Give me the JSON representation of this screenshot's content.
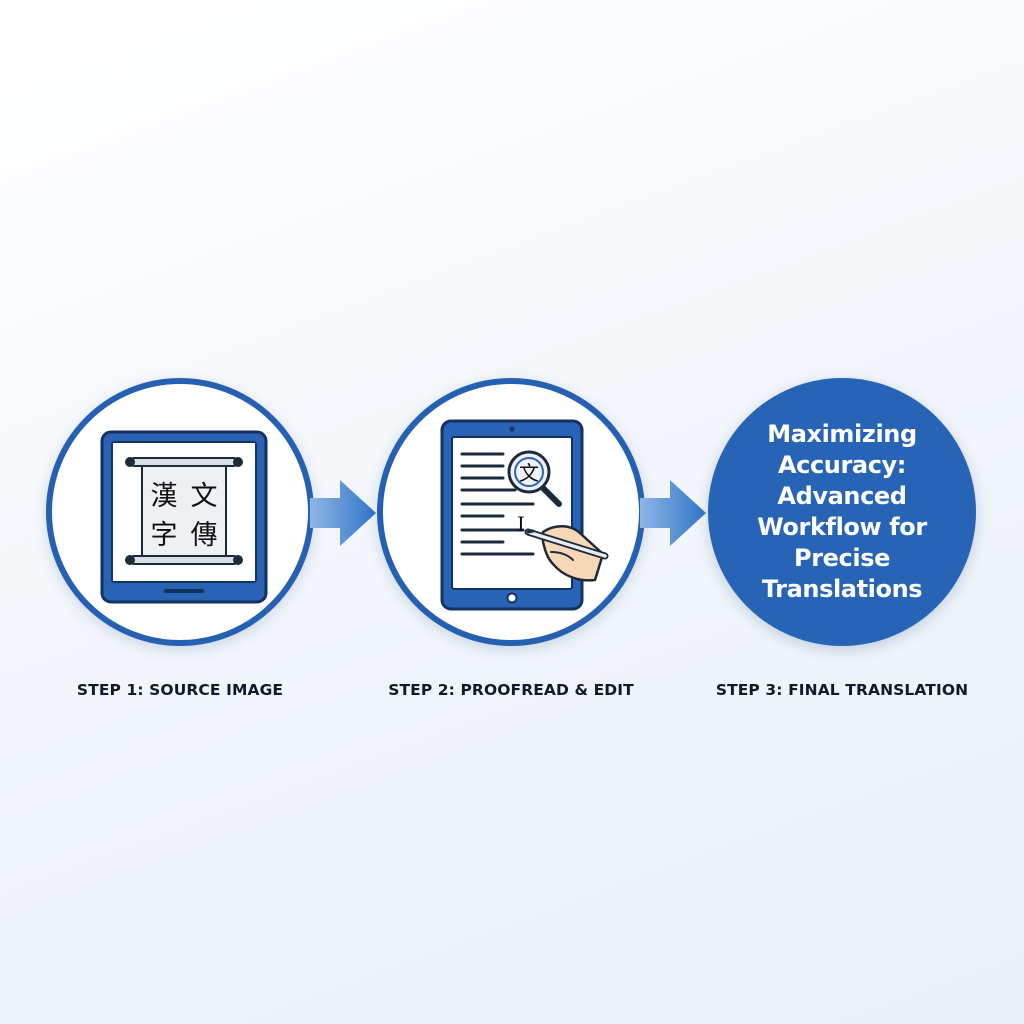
{
  "steps": [
    {
      "caption": "STEP 1: SOURCE IMAGE",
      "icon": "tablet-scroll-icon",
      "scroll_chars": [
        "漢",
        "文",
        "字",
        "傳"
      ]
    },
    {
      "caption": "STEP 2: PROOFREAD & EDIT",
      "icon": "tablet-document-edit-icon",
      "magnifier_char": "文",
      "cursor_glyph": "I"
    },
    {
      "caption": "STEP 3: FINAL TRANSLATION",
      "text_lines": [
        "Maximizing",
        "Accuracy:",
        "Advanced",
        "Workflow for",
        "Precise",
        "Translations"
      ]
    }
  ],
  "colors": {
    "primary": "#2660b3",
    "fill": "#2864b5",
    "arrow": "#2f74c8",
    "caption_text": "#111a2b"
  }
}
